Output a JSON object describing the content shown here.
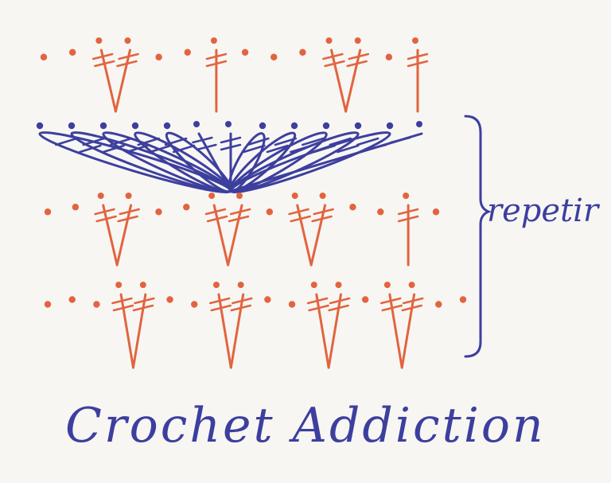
{
  "diagram": {
    "rows": [
      {
        "color_key": "red",
        "stitches": [
          "ch",
          "ch",
          "dc",
          "dc",
          "ch",
          "ch",
          "dc",
          "ch",
          "ch",
          "ch",
          "dc",
          "dc",
          "ch",
          "dc"
        ]
      },
      {
        "color_key": "blue",
        "stitches": [
          "tr",
          "tr",
          "tr",
          "tr",
          "tr",
          "dc",
          "dc",
          "tr",
          "tr",
          "tr",
          "tr",
          "tr",
          "dc"
        ]
      },
      {
        "color_key": "red",
        "stitches": [
          "ch",
          "ch",
          "dc",
          "dc",
          "ch",
          "ch",
          "dc",
          "dc",
          "ch",
          "dc",
          "dc",
          "ch",
          "ch",
          "dc",
          "ch"
        ]
      },
      {
        "color_key": "red",
        "stitches": [
          "ch",
          "ch",
          "ch",
          "dc",
          "dc",
          "ch",
          "ch",
          "dc",
          "dc",
          "ch",
          "ch",
          "dc",
          "dc",
          "ch",
          "dc",
          "dc",
          "ch",
          "ch"
        ]
      }
    ],
    "repeat_label": "repetir",
    "signature": "Crochet Addiction"
  },
  "colors": {
    "red": "#e2643f",
    "blue": "#3d3f9e",
    "background": "#f7f6f3"
  }
}
